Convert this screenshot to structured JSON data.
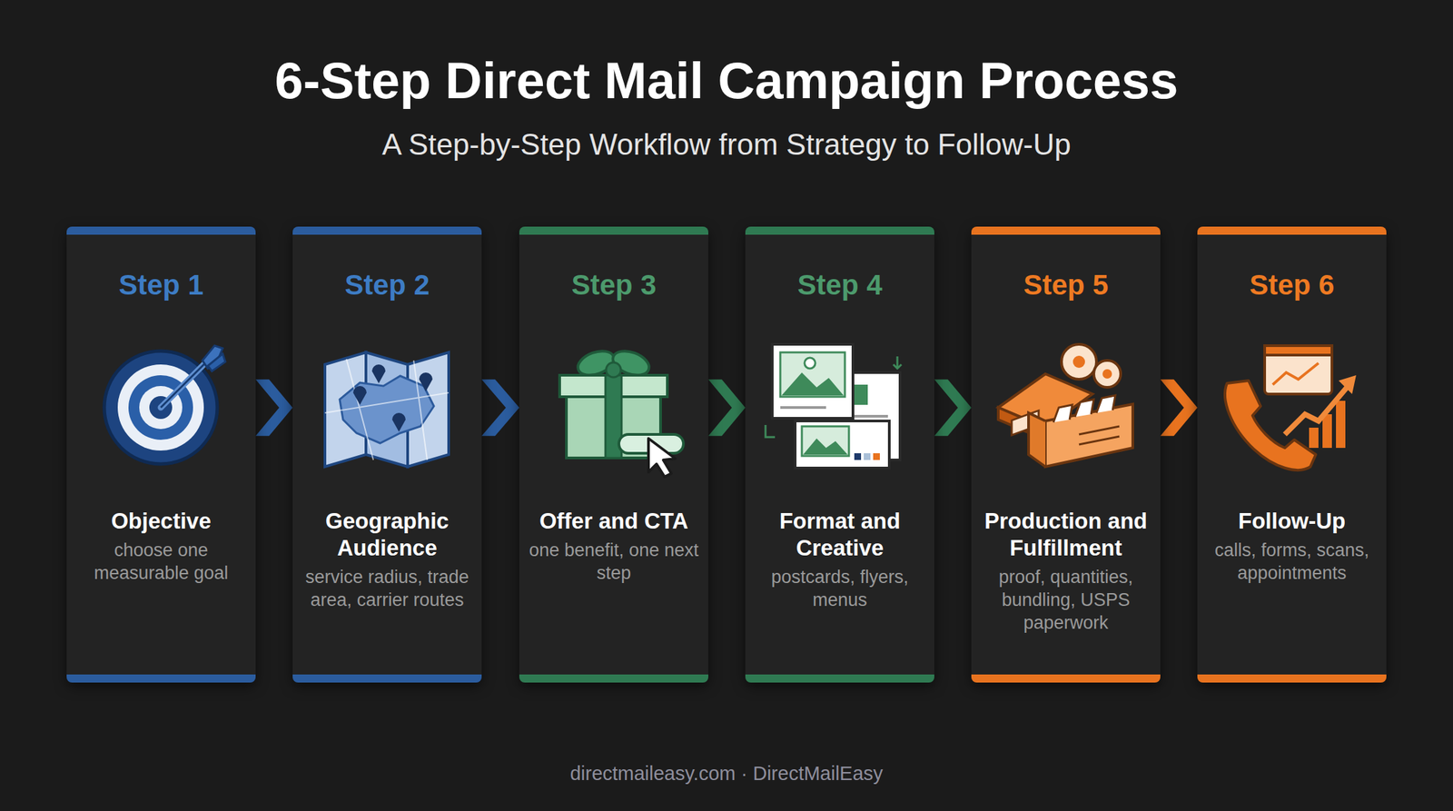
{
  "diagram": {
    "title": "6-Step Direct Mail Campaign Process",
    "caption": "directmaileasy.com · DirectMailEasy",
    "nodes": [
      {
        "text": [
          "Step 1",
          "Objective",
          "choose one measurable goal"
        ]
      },
      {
        "text": [
          "Step 2",
          "Geographic Audience",
          "service radius, trade area, carrier routes"
        ]
      },
      {
        "text": [
          "Step 3",
          "Offer and CTA",
          "one benefit, one next step"
        ]
      },
      {
        "text": [
          "Step 4",
          "Format and Creative",
          "postcards, flyers, menus"
        ]
      },
      {
        "text": [
          "Step 5",
          "Production and Fulfillment",
          "proof, quantities, bundling, USPS paperwork"
        ]
      },
      {
        "text": [
          "Step 6",
          "Follow-Up",
          "calls, forms, scans, appointments"
        ]
      }
    ],
    "edges": [
      {
        "from": 0,
        "to": 1,
        "arrow": "to"
      },
      {
        "from": 1,
        "to": 2,
        "arrow": "to"
      },
      {
        "from": 2,
        "to": 3,
        "arrow": "to"
      },
      {
        "from": 3,
        "to": 4,
        "arrow": "to"
      },
      {
        "from": 4,
        "to": 5,
        "arrow": "to"
      }
    ],
    "labels": [
      "A Step-by-Step Workflow from Strategy to Follow-Up"
    ]
  }
}
